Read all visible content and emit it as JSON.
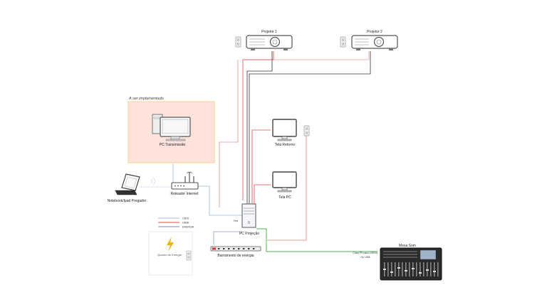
{
  "future_zone": {
    "title": "A ser implementado",
    "pc_label": "PC Transmissão"
  },
  "devices": {
    "projector1": "Projetor 1",
    "projector2": "Projetor 2",
    "monitor_return": "Tela Retorno",
    "monitor_pc": "Tela PC",
    "notebook": "Notebook/Ipad Pregador",
    "router": "Roteador Internet",
    "pc_projection": "PC Projeção",
    "pc_side_tag": "Text",
    "power_strip": "Barramento de energia",
    "power_panel": "Quadro de Energia",
    "mixer_title": "Mesa Som",
    "mixer_cable_line1": "Cabo P2 para 2XRCA",
    "mixer_cable_line2": "Ou USB"
  },
  "legend": [
    {
      "label": "CAT6",
      "color": "#a9b9e0"
    },
    {
      "label": "HDMI",
      "color": "#e04848"
    },
    {
      "label": "ENERGIA",
      "color": "#7a8fb8"
    }
  ],
  "colors": {
    "hdmi": "#e04848",
    "cat6": "#9fb3de",
    "power": "#333333",
    "audio": "#4cb94c",
    "zone_fill": "#fde3dc",
    "zone_border": "#f2d08a"
  },
  "icons": {
    "outlet": "outlet-icon",
    "lightning": "lightning-icon"
  }
}
